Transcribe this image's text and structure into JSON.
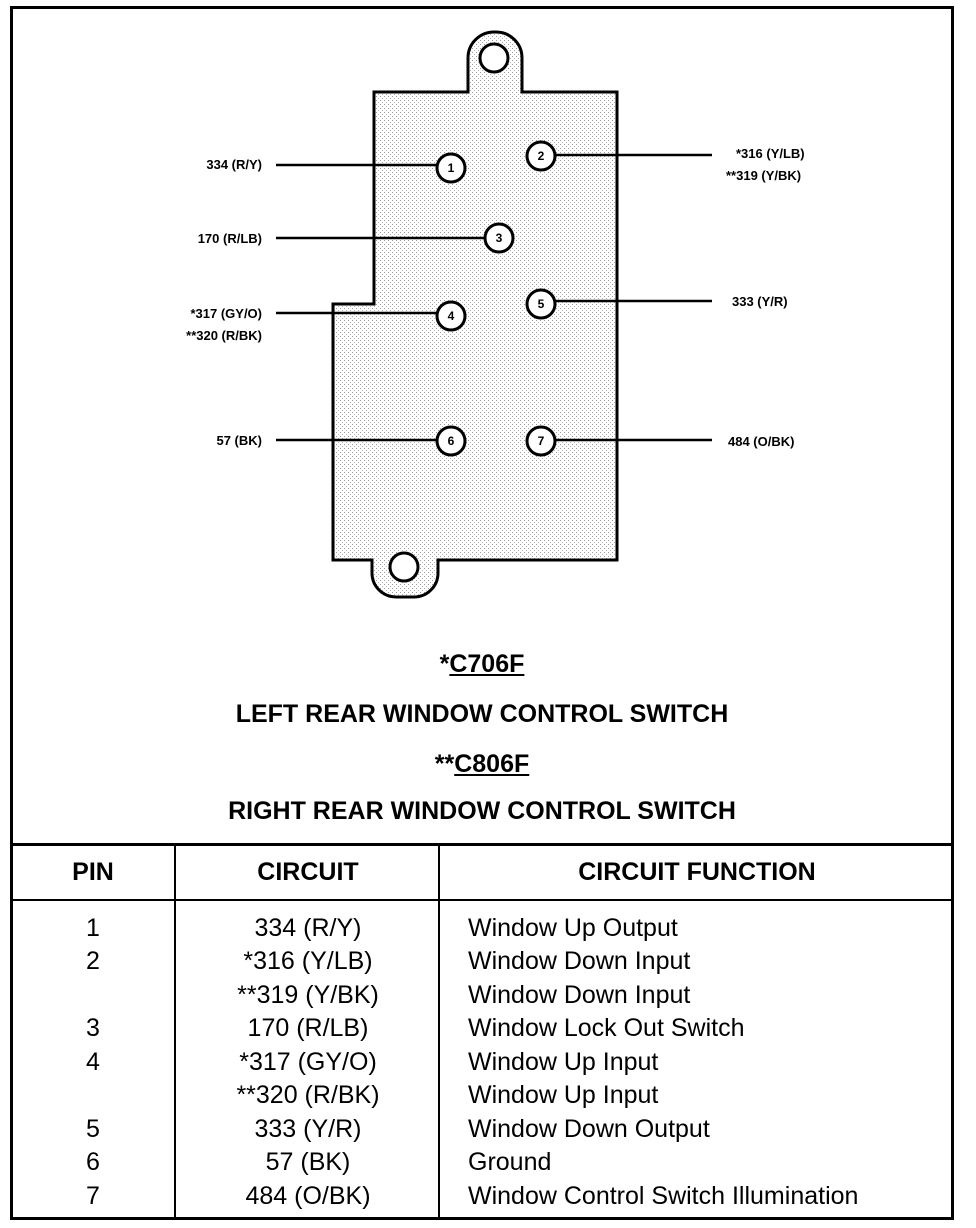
{
  "connector": {
    "pins": [
      {
        "num": "1",
        "wire_lines": [
          "334 (R/Y)"
        ]
      },
      {
        "num": "2",
        "wire_lines": [
          "*316 (Y/LB)",
          "**319 (Y/BK)"
        ]
      },
      {
        "num": "3",
        "wire_lines": [
          "170 (R/LB)"
        ]
      },
      {
        "num": "4",
        "wire_lines": [
          "*317 (GY/O)",
          "**320 (R/BK)"
        ]
      },
      {
        "num": "5",
        "wire_lines": [
          "333 (Y/R)"
        ]
      },
      {
        "num": "6",
        "wire_lines": [
          "57 (BK)"
        ]
      },
      {
        "num": "7",
        "wire_lines": [
          "484 (O/BK)"
        ]
      }
    ]
  },
  "titles": {
    "c706_prefix": "*",
    "c706_code": "C706F",
    "left_switch": "LEFT REAR WINDOW CONTROL SWITCH",
    "c806_prefix": "**",
    "c806_code": "C806F",
    "right_switch": "RIGHT REAR WINDOW CONTROL SWITCH"
  },
  "table": {
    "headers": {
      "pin": "PIN",
      "circuit": "CIRCUIT",
      "function": "CIRCUIT FUNCTION"
    },
    "rows": [
      {
        "pin": "1",
        "circuit": "334 (R/Y)",
        "function": "Window Up Output"
      },
      {
        "pin": "2",
        "circuit": "*316 (Y/LB)",
        "function": "Window Down Input"
      },
      {
        "pin": "",
        "circuit": "**319 (Y/BK)",
        "function": "Window Down Input"
      },
      {
        "pin": "3",
        "circuit": "170 (R/LB)",
        "function": "Window Lock Out Switch"
      },
      {
        "pin": "4",
        "circuit": "*317 (GY/O)",
        "function": "Window Up Input"
      },
      {
        "pin": "",
        "circuit": "**320 (R/BK)",
        "function": "Window Up Input"
      },
      {
        "pin": "5",
        "circuit": "333 (Y/R)",
        "function": "Window Down Output"
      },
      {
        "pin": "6",
        "circuit": "57 (BK)",
        "function": "Ground"
      },
      {
        "pin": "7",
        "circuit": "484 (O/BK)",
        "function": "Window Control Switch Illumination"
      }
    ]
  }
}
